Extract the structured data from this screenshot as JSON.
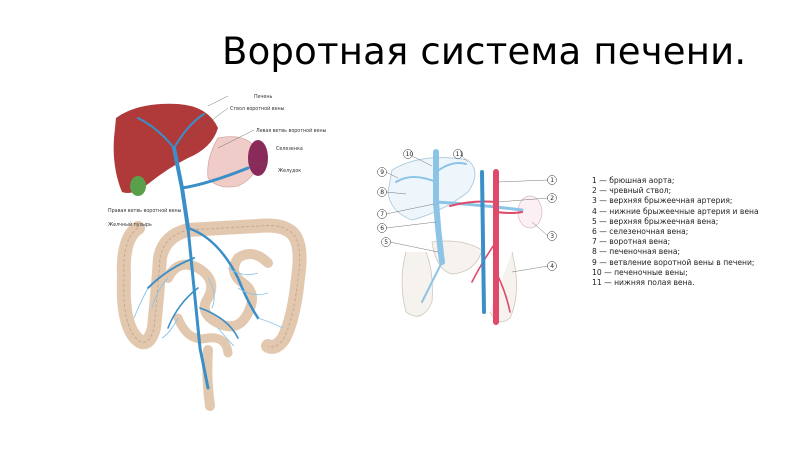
{
  "slide": {
    "title": "Воротная система печени."
  },
  "figure1": {
    "labels": [
      "Печень",
      "Ствол воротной вены",
      "Левая ветвь воротной вены",
      "Селезенка",
      "Желудок",
      "Правая ветвь воротной вены",
      "Желчный пузырь"
    ]
  },
  "figure2": {
    "markers": [
      "1",
      "2",
      "3",
      "4",
      "5",
      "6",
      "7",
      "8",
      "9",
      "10",
      "11"
    ]
  },
  "legend": {
    "items": [
      "1 — брюшная аорта;",
      "2 — чревный ствол;",
      "3 — верхняя брыжеечная артерия;",
      "4 — нижние брыжеечные артерия и вена",
      "5 — верхняя брыжеечная вена;",
      "6 — селезеночная вена;",
      "7 — воротная вена;",
      "8 — печеночная вена;",
      "9 — ветвление воротной вены в печени;",
      "10 — печеночные вены;",
      "11 — нижняя полая вена."
    ]
  },
  "colors": {
    "liver": "#b03a3a",
    "vein": "#3a8fc8",
    "vein_light": "#8cc4e6",
    "intestine": "#e3c8b0",
    "intestine_edge": "#c8a88c",
    "artery": "#e04a6a",
    "stomach": "#f0ccc8",
    "spleen": "#8a2a5a",
    "gallbladder": "#5aa04a"
  }
}
